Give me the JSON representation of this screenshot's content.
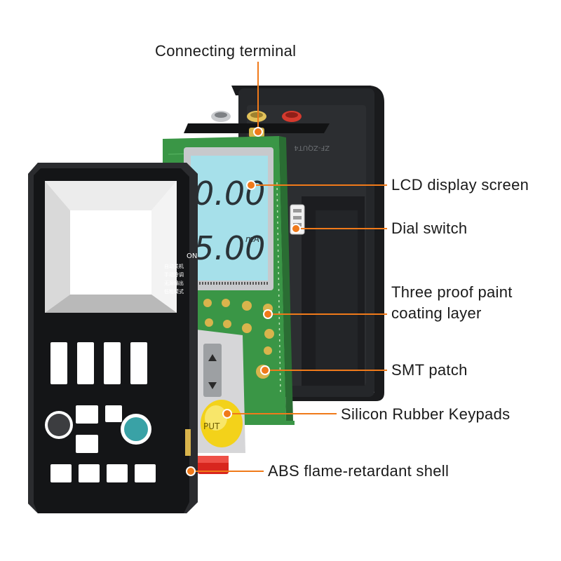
{
  "colors": {
    "accent": "#f07a1a",
    "shell_front": "#17181a",
    "shell_back": "#202124",
    "pcb": "#2f8a3c",
    "lcd": "#9fdbe6",
    "pad_gold": "#d7b24a",
    "keypad_yellow": "#f3d21a",
    "power_red": "#d8261e"
  },
  "labels": {
    "connecting_terminal": "Connecting terminal",
    "lcd_display_screen": "LCD display screen",
    "dial_switch": "Dial switch",
    "three_proof_line1": "Three proof paint",
    "three_proof_line2": "coating layer",
    "smt_patch": "SMT patch",
    "silicon_rubber_keypads": "Silicon Rubber Keypads",
    "abs_shell": "ABS flame-retardant shell"
  },
  "device": {
    "lcd_reading_top": "0.00",
    "lcd_reading_bottom": "5.00",
    "lcd_unit": "mA",
    "on_label": "ON",
    "mode_labels": [
      "自动关机",
      "手动冷调",
      "无源输出",
      "低粗模式"
    ],
    "keypad_label": "PUT",
    "back_marking": "ZF-ZQUT4"
  }
}
